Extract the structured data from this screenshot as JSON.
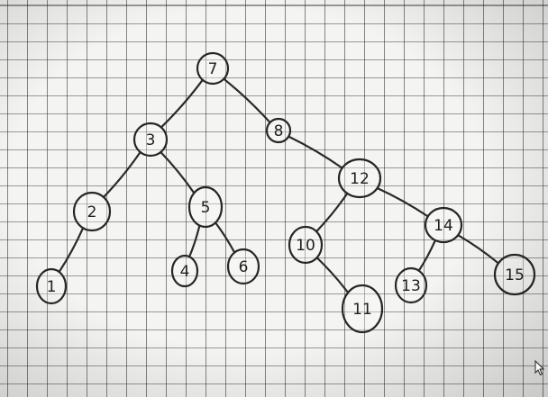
{
  "tree": {
    "nodes": [
      {
        "id": "7",
        "label": "7"
      },
      {
        "id": "3",
        "label": "3"
      },
      {
        "id": "8",
        "label": "8"
      },
      {
        "id": "2",
        "label": "2"
      },
      {
        "id": "5",
        "label": "5"
      },
      {
        "id": "1",
        "label": "1"
      },
      {
        "id": "4",
        "label": "4"
      },
      {
        "id": "6",
        "label": "6"
      },
      {
        "id": "12",
        "label": "12"
      },
      {
        "id": "10",
        "label": "10"
      },
      {
        "id": "14",
        "label": "14"
      },
      {
        "id": "11",
        "label": "11"
      },
      {
        "id": "13",
        "label": "13"
      },
      {
        "id": "15",
        "label": "15"
      }
    ],
    "edges": [
      [
        "7",
        "3"
      ],
      [
        "7",
        "8"
      ],
      [
        "3",
        "2"
      ],
      [
        "3",
        "5"
      ],
      [
        "2",
        "1"
      ],
      [
        "5",
        "4"
      ],
      [
        "5",
        "6"
      ],
      [
        "8",
        "12"
      ],
      [
        "12",
        "10"
      ],
      [
        "12",
        "14"
      ],
      [
        "10",
        "11"
      ],
      [
        "14",
        "13"
      ],
      [
        "14",
        "15"
      ]
    ]
  },
  "colors": {
    "ink": "#262626",
    "paper": "#f4f4f2",
    "grid": "#3a3a3a"
  },
  "icons": {
    "cursor": "mouse-pointer-icon"
  }
}
